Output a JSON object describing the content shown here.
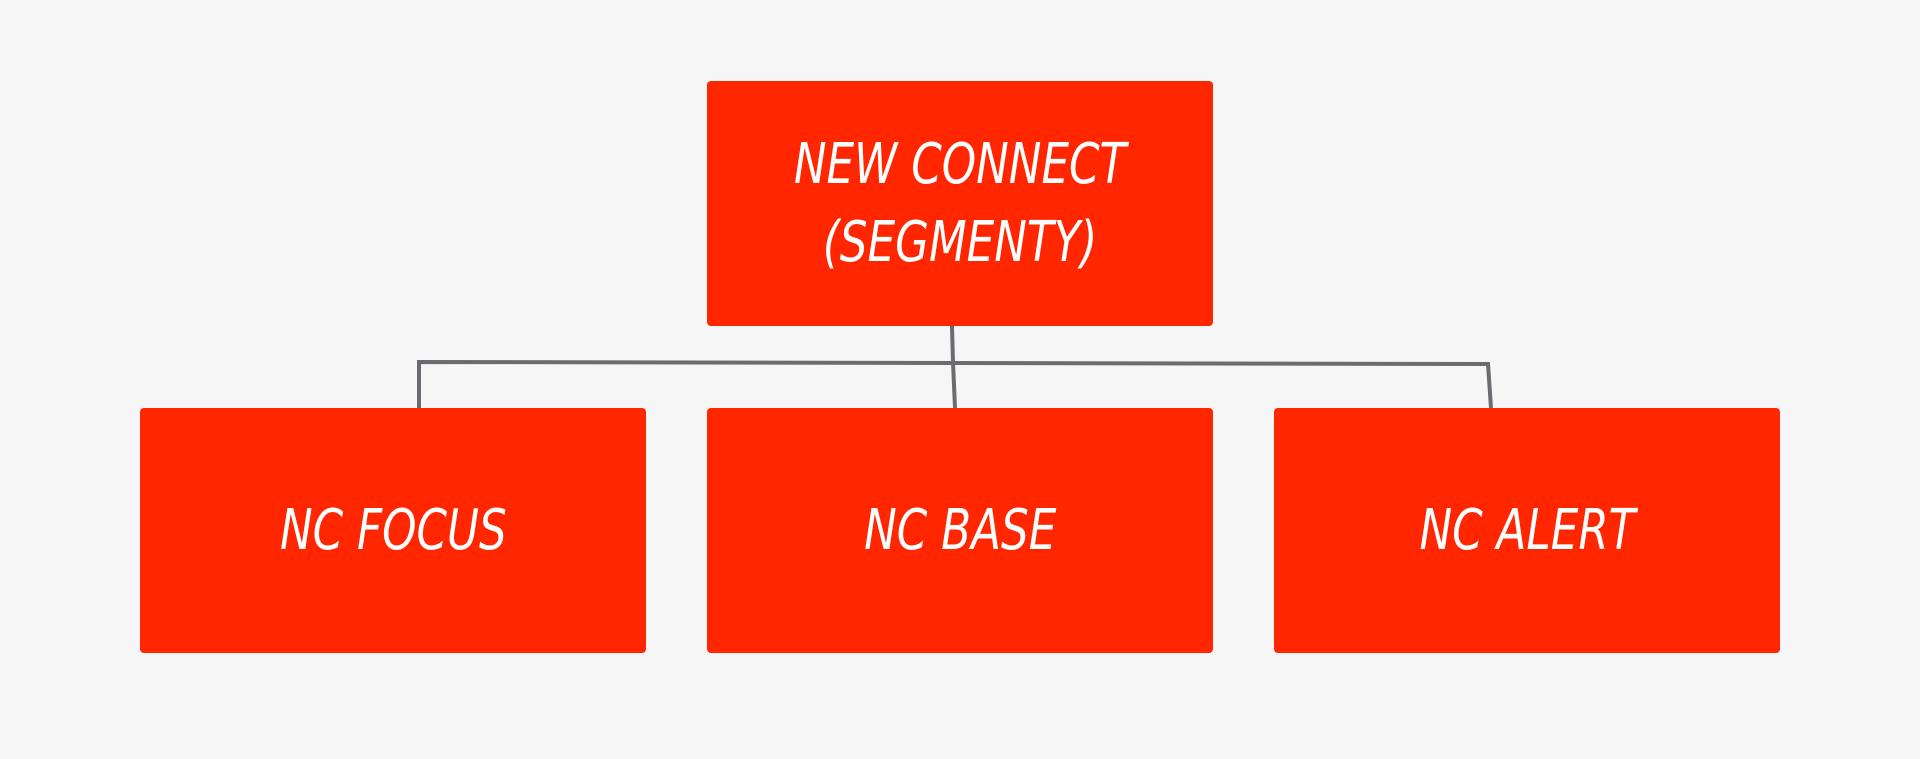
{
  "colors": {
    "background": "#f6f6f6",
    "node_fill": "#ff2600",
    "node_text": "#ffffff",
    "connector": "#6b6b70"
  },
  "diagram": {
    "root": {
      "line1": "NEW CONNECT",
      "line2": "(SEGMENTY)"
    },
    "children": [
      {
        "label": "NC FOCUS"
      },
      {
        "label": "NC BASE"
      },
      {
        "label": "NC ALERT"
      }
    ]
  }
}
